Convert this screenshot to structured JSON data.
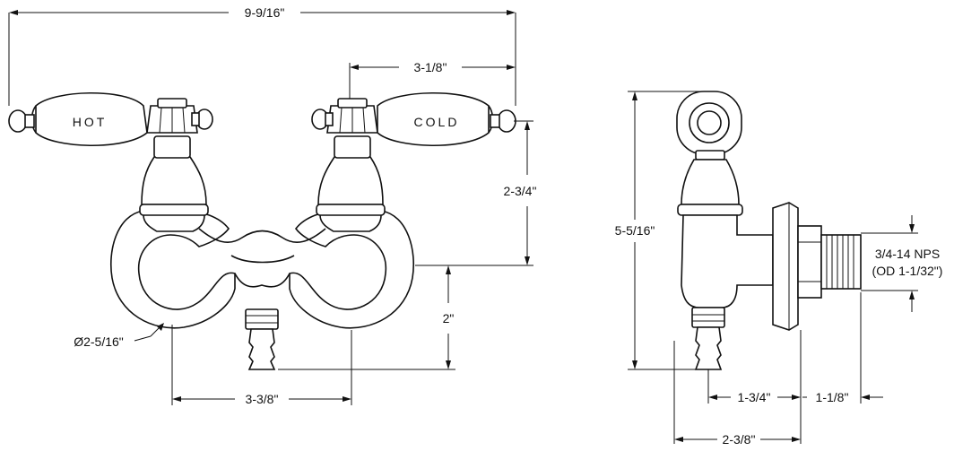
{
  "handles": {
    "hot_label": "HOT",
    "cold_label": "COLD"
  },
  "dimensions": {
    "overall_width": "9-9/16\"",
    "handle_offset": "3-1/8\"",
    "handle_height": "2-3/4\"",
    "ring_diameter": "Ø2-5/16\"",
    "spout_drop": "2\"",
    "center_spacing": "3-3/8\"",
    "side_height": "5-5/16\"",
    "thread_spec_line1": "3/4-14 NPS",
    "thread_spec_line2": "(OD 1-1/32\")",
    "body_projection": "1-3/4\"",
    "thread_length": "1-1/8\"",
    "side_depth": "2-3/8\""
  }
}
